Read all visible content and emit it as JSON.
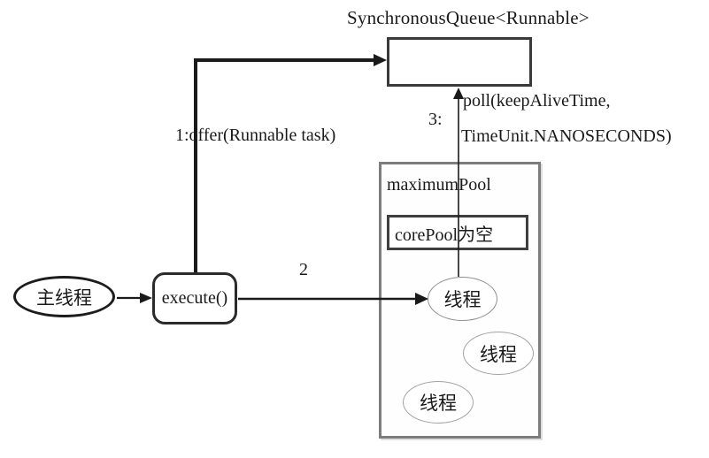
{
  "diagram": {
    "title": "SynchronousQueue<Runnable>",
    "nodes": {
      "main_thread_label": "主线程",
      "execute_label": "execute()",
      "maximum_pool_label": "maximumPool",
      "core_pool_label": "corePool为空",
      "thread1_label": "线程",
      "thread2_label": "线程",
      "thread3_label": "线程"
    },
    "edges": {
      "offer_label": "1:offer(Runnable task)",
      "step2_label": "2",
      "step3_label": "3:",
      "poll_label_line1": "poll(keepAliveTime,",
      "poll_label_line2": "TimeUnit.NANOSECONDS)"
    },
    "colors": {
      "background": "#ffffff",
      "arrow": "#1a1a1a",
      "strong_border": "#3a3a3a",
      "pool_border": "#7d7d7d",
      "thin_ellipse_border": "#8f8f8f",
      "text": "#1a1a1a"
    }
  }
}
